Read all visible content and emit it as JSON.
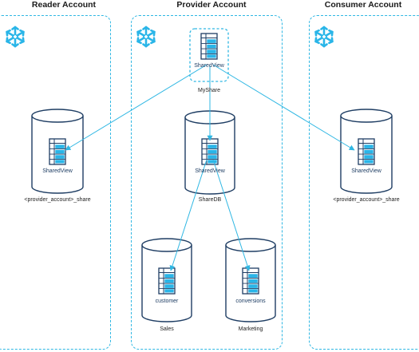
{
  "accounts": {
    "reader": {
      "title": "Reader Account"
    },
    "provider": {
      "title": "Provider Account"
    },
    "consumer": {
      "title": "Consumer Account"
    }
  },
  "share": {
    "view_label": "SharedView",
    "share_name": "MyShare"
  },
  "reader_db": {
    "view_label": "SharedView",
    "db_name": "<provider_account>_share"
  },
  "share_db": {
    "view_label": "SharedView",
    "db_name": "ShareDB"
  },
  "consumer_db": {
    "view_label": "SharedView",
    "db_name": "<provider_account>_share"
  },
  "sales_db": {
    "table_label": "customer",
    "db_name": "Sales"
  },
  "marketing_db": {
    "table_label": "conversions",
    "db_name": "Marketing"
  },
  "colors": {
    "line": "#2fb7e3",
    "icon": "#1e3d63",
    "accent": "#29b5e8"
  },
  "icons": [
    "snowflake-icon",
    "table-icon",
    "database-icon"
  ]
}
